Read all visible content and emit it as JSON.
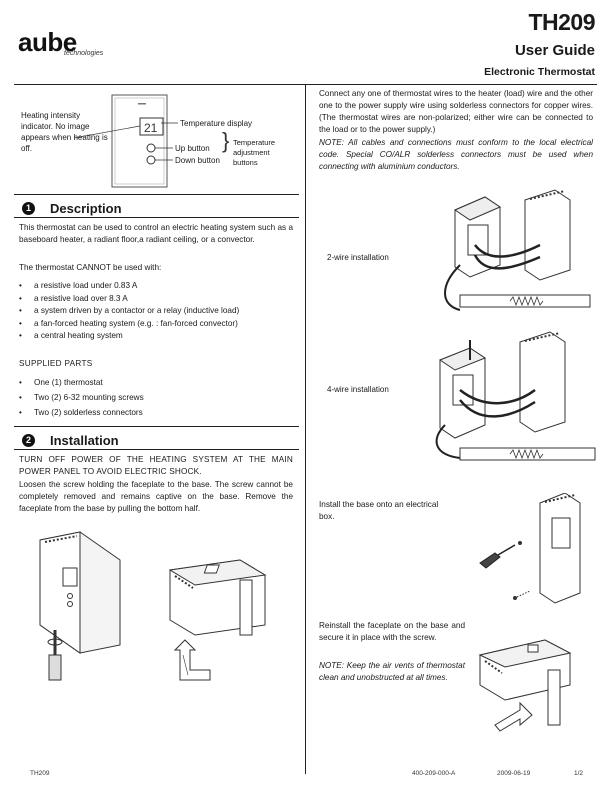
{
  "brand": {
    "logo": "aube",
    "logo_sub": "technologies"
  },
  "header": {
    "model": "TH209",
    "guide": "User Guide",
    "product": "Electronic Thermostat"
  },
  "diagram": {
    "heating_note": "Heating intensity indicator. No image appears when heating is off.",
    "display_value": "21",
    "temp_display": "Temperature display",
    "up_button": "Up button",
    "down_button": "Down button",
    "adjust_buttons": "Temperature adjustment buttons"
  },
  "description": {
    "number": "1",
    "title": "Description",
    "intro": "This thermostat can be used to control an electric heating system such as a baseboard heater, a radiant floor,a radiant ceiling, or a convector.",
    "cannot": "The thermostat CANNOT be used with:",
    "items": [
      "a resistive load under 0.83 A",
      "a resistive load over 8.3 A",
      "a system driven by a contactor or a relay (inductive load)",
      "a fan-forced heating system (e.g. : fan-forced convector)",
      "a central heating system"
    ],
    "supplied_title": "SUPPLIED PARTS",
    "supplied": [
      "One (1) thermostat",
      "Two (2) 6-32 mounting screws",
      "Two (2) solderless connectors"
    ]
  },
  "installation": {
    "number": "2",
    "title": "Installation",
    "warning": "TURN OFF POWER OF THE HEATING SYSTEM AT THE MAIN POWER PANEL TO AVOID ELECTRIC SHOCK.",
    "step1": "Loosen the screw holding the faceplate to the base. The screw cannot be completely removed and remains captive on the base. Remove the faceplate from the base by pulling the bottom half."
  },
  "right": {
    "connect": "Connect any one of thermostat wires to the heater (load) wire and the other one to the power supply wire using solderless connectors for copper wires. (The thermostat wires are non-polarized; either wire can be connected to the load or to the power supply.)",
    "note": "NOTE: All cables and connections must conform to the local electrical code. Special CO/ALR solderless connectors must be used when connecting with aluminium conductors.",
    "two_wire": "2-wire installation",
    "four_wire": "4-wire installation",
    "install_base": "Install the base onto an electrical box.",
    "reinstall": "Reinstall the faceplate on the base and secure it in place with the screw.",
    "note2": "NOTE: Keep the air vents of thermostat clean and unobstructed at all times."
  },
  "footer": {
    "model": "TH209",
    "doc": "400-209-000-A",
    "date": "2009-06-19",
    "page": "1/2"
  }
}
